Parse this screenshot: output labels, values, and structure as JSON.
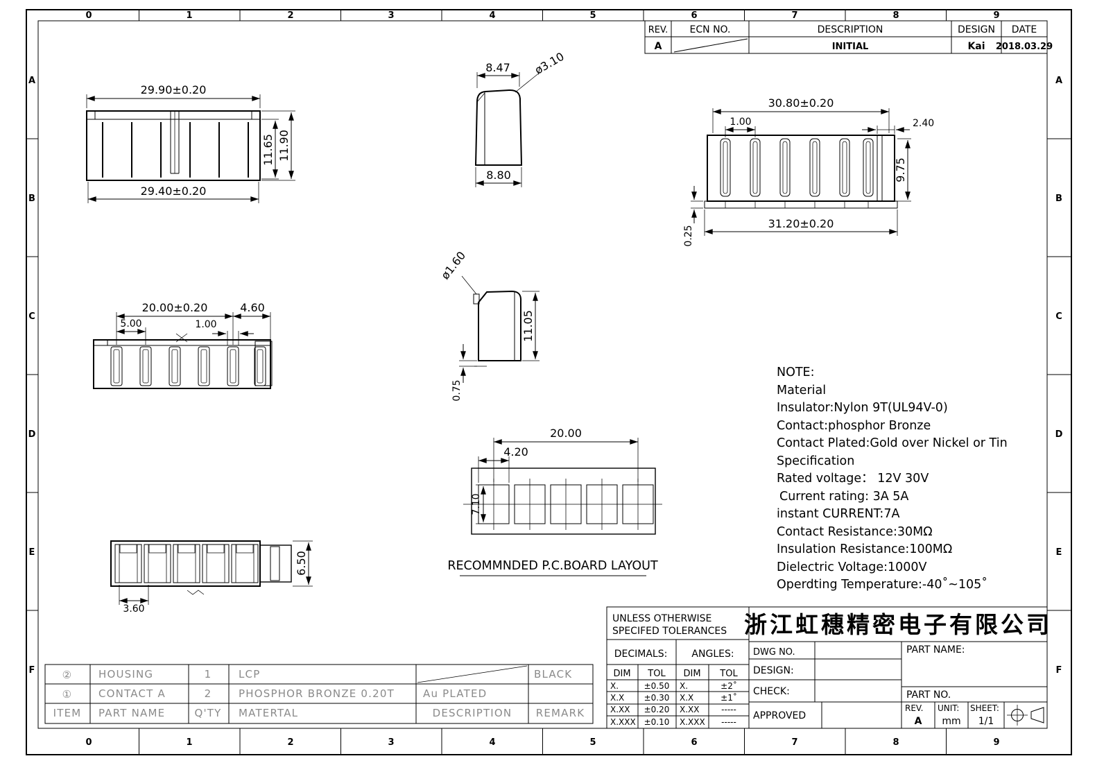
{
  "border": {
    "cols": [
      "0",
      "1",
      "2",
      "3",
      "4",
      "5",
      "6",
      "7",
      "8",
      "9"
    ],
    "rows": [
      "A",
      "B",
      "C",
      "D",
      "E",
      "F"
    ]
  },
  "rev_table": {
    "rev_h": "REV.",
    "ecn_h": "ECN NO.",
    "desc_h": "DESCRIPTION",
    "design_h": "DESIGN",
    "date_h": "DATE",
    "rev": "A",
    "desc": "INITIAL",
    "design": "Kai",
    "date": "2018.03.29"
  },
  "views": {
    "front_top": {
      "w_top": "29.90±0.20",
      "w_bot": "29.40±0.20",
      "h_inner": "11.65",
      "h_outer": "11.90"
    },
    "side_top": {
      "w_top": "8.47",
      "dia": "ø3.10",
      "w_bot": "8.80"
    },
    "rear_top": {
      "w_top": "30.80±0.20",
      "pitch": "1.00",
      "end": "2.40",
      "h": "9.75",
      "base": "0.25",
      "w_bot": "31.20±0.20"
    },
    "front_mid": {
      "span": "20.00±0.20",
      "end": "4.60",
      "pitch": "5.00",
      "slot": "1.00"
    },
    "side_mid": {
      "dia": "ø1.60",
      "h": "11.05",
      "foot": "0.75"
    },
    "pcb": {
      "span": "20.00",
      "pad_w": "4.20",
      "pad_h": "7.10",
      "caption": "RECOMMNDED P.C.BOARD LAYOUT"
    },
    "bottom": {
      "h": "6.50",
      "pitch": "3.60"
    }
  },
  "note": {
    "lines": [
      "NOTE:",
      "Material",
      "Insulator:Nylon 9T(UL94V-0)",
      "Contact:phosphor Bronze",
      "Contact Plated:Gold over Nickel or Tin",
      "Specification",
      "Rated voltage： 12V 30V",
      "Current rating: 3A  5A",
      "instant CURRENT:7A",
      "Contact Resistance:30MΩ",
      "Insulation Resistance:100MΩ",
      "Dielectric Voltage:1000V",
      "Operdting Temperature:-40˚~105˚"
    ]
  },
  "parts_table": {
    "rows": [
      {
        "item": "②",
        "name": "HOUSING",
        "qty": "1",
        "material": "LCP",
        "desc": "",
        "remark": "BLACK"
      },
      {
        "item": "①",
        "name": "CONTACT A",
        "qty": "2",
        "material": "PHOSPHOR BRONZE 0.20T",
        "desc": "Au PLATED",
        "remark": ""
      },
      {
        "item": "ITEM",
        "name": "PART NAME",
        "qty": "Q'TY",
        "material": "MATERTAL",
        "desc": "DESCRIPTION",
        "remark": "REMARK"
      }
    ]
  },
  "tol_table": {
    "title1": "UNLESS OTHERWISE",
    "title2": "SPECIFED TOLERANCES",
    "decimals": "DECIMALS:",
    "angles": "ANGLES:",
    "dim": "DIM",
    "tol": "TOL",
    "rows": [
      {
        "d": "X.",
        "t": "±0.50",
        "ad": "X.",
        "at": "±2˚"
      },
      {
        "d": "X.X",
        "t": "±0.30",
        "ad": "X.X",
        "at": "±1˚"
      },
      {
        "d": "X.XX",
        "t": "±0.20",
        "ad": "X.XX",
        "at": "-----"
      },
      {
        "d": "X.XXX",
        "t": "±0.10",
        "ad": "X.XXX",
        "at": "-----"
      }
    ]
  },
  "title_block": {
    "company": "浙江虹穗精密电子有限公司",
    "dwg_no": "DWG NO.",
    "design": "DESIGN:",
    "check": "CHECK:",
    "approved": "APPROVED",
    "part_name": "PART NAME:",
    "part_no": "PART NO.",
    "rev_l": "REV.",
    "rev_v": "A",
    "unit_l": "UNIT:",
    "unit_v": "mm",
    "sheet_l": "SHEET:",
    "sheet_v": "1/1"
  }
}
